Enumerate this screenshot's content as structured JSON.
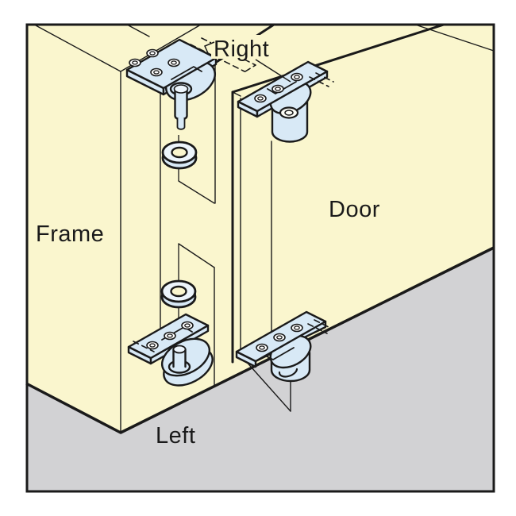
{
  "diagram": {
    "description": "Isometric installation diagram showing right-hand (top) and left-hand (bottom) pivot hinge sets mounted between a cabinet frame and a door",
    "labels": {
      "right": "Right",
      "frame": "Frame",
      "door": "Door",
      "left": "Left"
    },
    "parts": [
      "frame panel",
      "door panel",
      "floor",
      "top frame-side hinge with pivot pin",
      "top door-side hinge with socket",
      "bottom frame-side hinge with pivot pin",
      "bottom door-side hinge with socket",
      "top washer",
      "bottom washer"
    ],
    "colors": {
      "background": "#FFFFFF",
      "panel_yellow": "#FAF6CE",
      "floor_gray": "#D2D2D4",
      "hinge_blue": "#D8E9F6",
      "hinge_highlight": "#EDF5FC",
      "line_black": "#1A1A1A"
    }
  }
}
